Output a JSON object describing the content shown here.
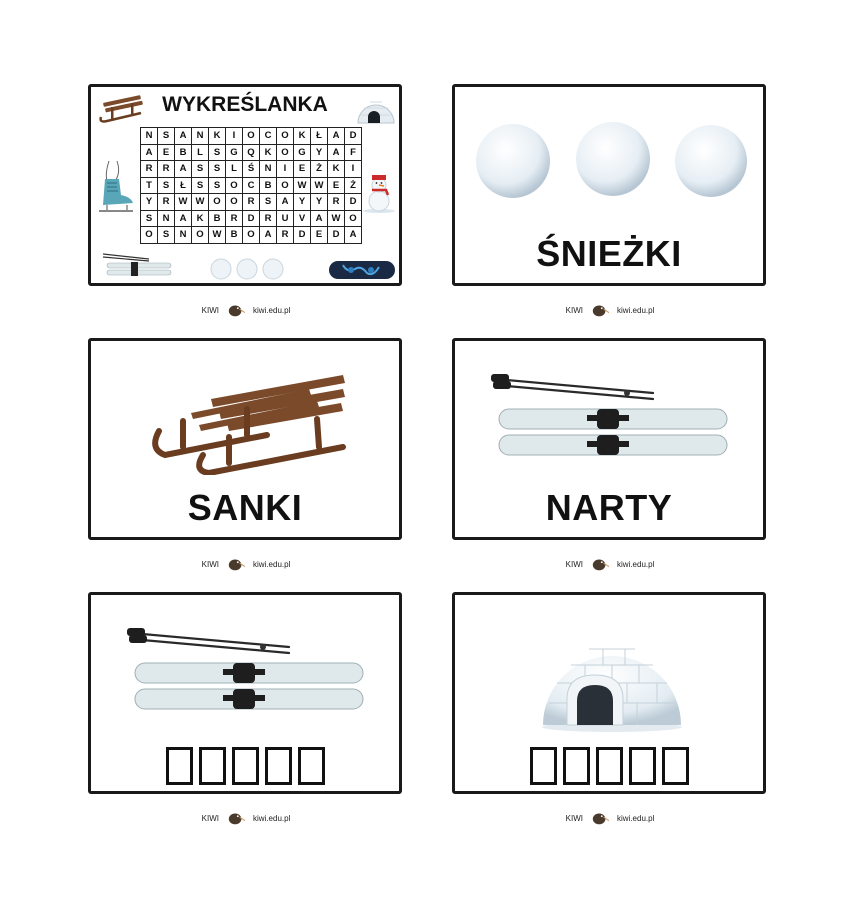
{
  "worksheet": {
    "title": "WYKREŚLANKA",
    "grid": [
      [
        "N",
        "S",
        "A",
        "N",
        "K",
        "I",
        "O",
        "C",
        "O",
        "K",
        "Ł",
        "A",
        "D"
      ],
      [
        "A",
        "E",
        "B",
        "L",
        "S",
        "G",
        "Q",
        "K",
        "O",
        "G",
        "Y",
        "A",
        "F"
      ],
      [
        "R",
        "R",
        "A",
        "S",
        "S",
        "L",
        "Ś",
        "N",
        "I",
        "E",
        "Ż",
        "K",
        "I"
      ],
      [
        "T",
        "S",
        "Ł",
        "S",
        "S",
        "O",
        "C",
        "B",
        "O",
        "W",
        "W",
        "E",
        "Ż"
      ],
      [
        "Y",
        "R",
        "W",
        "W",
        "O",
        "O",
        "R",
        "S",
        "A",
        "Y",
        "Y",
        "R",
        "D"
      ],
      [
        "S",
        "N",
        "A",
        "K",
        "B",
        "R",
        "D",
        "R",
        "U",
        "V",
        "A",
        "W",
        "O"
      ],
      [
        "O",
        "S",
        "N",
        "O",
        "W",
        "B",
        "O",
        "A",
        "R",
        "D",
        "E",
        "D",
        "A"
      ]
    ]
  },
  "cards": {
    "snowballs_word": "ŚNIEŻKI",
    "sled_word": "SANKI",
    "skis_word": "NARTY"
  },
  "footer": {
    "brand": "KIWI",
    "site": "kiwi.edu.pl"
  },
  "colors": {
    "border": "#1a1a1a",
    "sled_wood": "#7b4a2a",
    "ski_base": "#dfe8ea"
  }
}
